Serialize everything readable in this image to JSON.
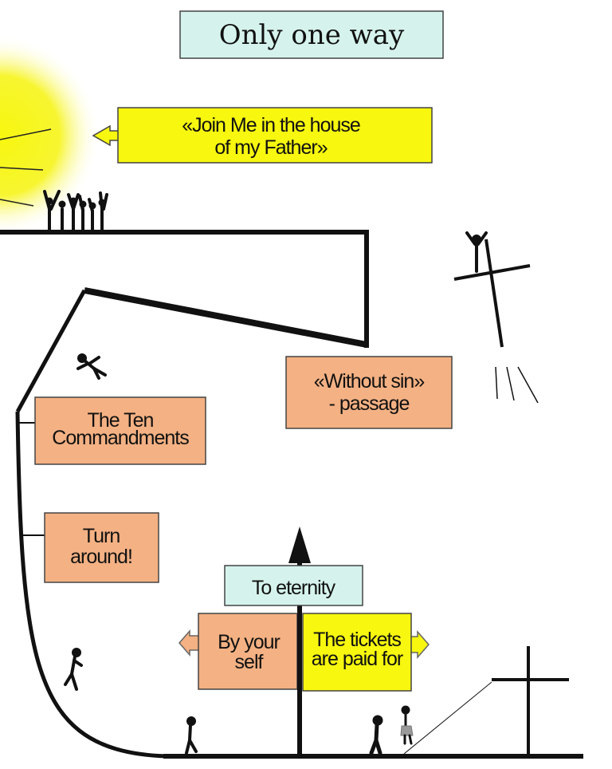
{
  "title": "Only one way",
  "invitation": {
    "line1": "«Join Me in the house",
    "line2": "of my Father»"
  },
  "passage": {
    "line1": "«Without sin»",
    "line2": "- passage"
  },
  "commandments": {
    "line1": "The Ten",
    "line2": "Commandments"
  },
  "turn_around": {
    "line1": "Turn",
    "line2": "around!"
  },
  "signpost": {
    "eternity": "To eternity",
    "left": {
      "line1": "By your",
      "line2": "self"
    },
    "right": {
      "line1": "The tickets",
      "line2": "are paid for"
    }
  },
  "colors": {
    "mint": "#d5f3ec",
    "yellow": "#f7f70f",
    "orange": "#f4b183",
    "line": "#111111"
  }
}
